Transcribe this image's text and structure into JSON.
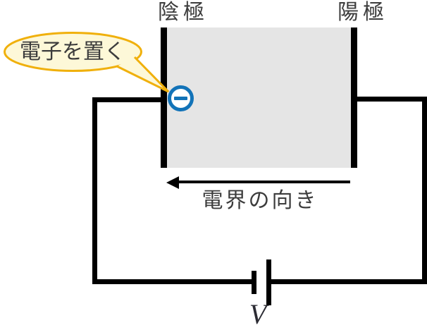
{
  "diagram": {
    "cathode_label": "陰極",
    "anode_label": "陽極",
    "bubble_text": "電子を置く",
    "field_direction_label": "電界の向き",
    "voltage_label": "V",
    "electron_symbol": "minus",
    "colors": {
      "field_region": "#e5e5e5",
      "electrode_and_wire": "#000000",
      "bubble_fill": "#fdf8d8",
      "bubble_border": "#f0b00c",
      "electron_blue": "#1273b8",
      "label_text": "#3c3c3c",
      "voltage_text": "#2b2b33"
    }
  }
}
